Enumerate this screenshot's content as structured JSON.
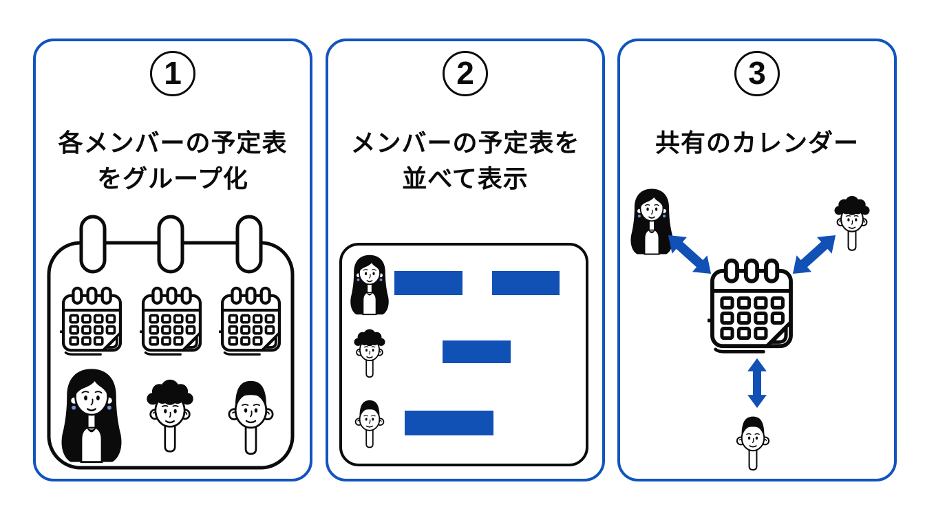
{
  "page": {
    "background": "#ffffff",
    "description": "three-step calendar sharing infographic"
  },
  "colors": {
    "panel_border": "#1254BE",
    "bar_blue": "#1151B5",
    "arrow_blue": "#1151B5",
    "ink": "#0B0B0B",
    "earring_blue": "#7396CC",
    "white": "#FFFFFF"
  },
  "panels": [
    {
      "number": "1",
      "title_lines": [
        "各メンバーの予定表",
        "をグループ化"
      ],
      "illustration": {
        "name": "grouped-calendars",
        "icons": [
          "binder-calendar-icon",
          "calendar-icon",
          "calendar-icon",
          "calendar-icon",
          "woman-avatar",
          "curly-hair-man-avatar",
          "short-hair-man-avatar"
        ]
      }
    },
    {
      "number": "2",
      "title_lines": [
        "メンバーの予定表を",
        "並べて表示"
      ],
      "illustration": {
        "name": "side-by-side-schedules",
        "rows": [
          {
            "member": "woman-avatar",
            "schedule_blocks": 2
          },
          {
            "member": "curly-hair-man-avatar",
            "schedule_blocks": 1
          },
          {
            "member": "short-hair-man-avatar",
            "schedule_blocks": 1
          }
        ]
      }
    },
    {
      "number": "3",
      "title_lines": [
        "共有のカレンダー"
      ],
      "illustration": {
        "name": "shared-calendar",
        "icons": [
          "woman-avatar",
          "curly-hair-man-avatar",
          "calendar-icon",
          "short-hair-man-avatar",
          "double-arrow-icon",
          "double-arrow-icon",
          "double-arrow-icon"
        ]
      }
    }
  ]
}
